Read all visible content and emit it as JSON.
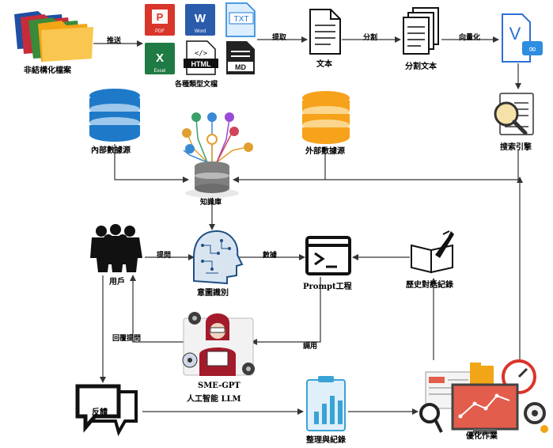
{
  "nodes": {
    "unstructured": "非結構化檔案",
    "doc_types": "各種類型文檔",
    "text": "文本",
    "split_text": "分割文本",
    "search_engine": "搜索引擎",
    "internal_db": "內部數據源",
    "external_db": "外部數據源",
    "knowledge_base": "知識庫",
    "users": "用戶",
    "intent": "意圖識別",
    "prompt": "Prompt工程",
    "history": "歷史對話紀錄",
    "sme_gpt_1": "SME-GPT",
    "sme_gpt_2": "人工智能 LLM",
    "feedback": "反饋",
    "organize": "整理與紀錄",
    "optimize": "優化作業"
  },
  "edges": {
    "push": "推送",
    "extract": "提取",
    "split": "分割",
    "vectorize": "向量化",
    "ask": "提問",
    "data": "數據",
    "reply": "回覆提問",
    "invoke": "調用"
  },
  "file_icons": {
    "pdf": "PDF",
    "word": "Word",
    "excel": "Excel",
    "txt": "TXT",
    "html": "HTML",
    "md": "MD",
    "word_letter": "W",
    "excel_letter": "X",
    "pdf_letter": "P",
    "vector_letter": "V"
  },
  "colors": {
    "db_blue": "#1e7ac8",
    "db_orange": "#f7a21b",
    "pdf_red": "#d9352a",
    "word_blue": "#2b5cab",
    "excel_green": "#1f7a43",
    "arrow": "#333333",
    "gpt_red": "#a31b2b"
  }
}
